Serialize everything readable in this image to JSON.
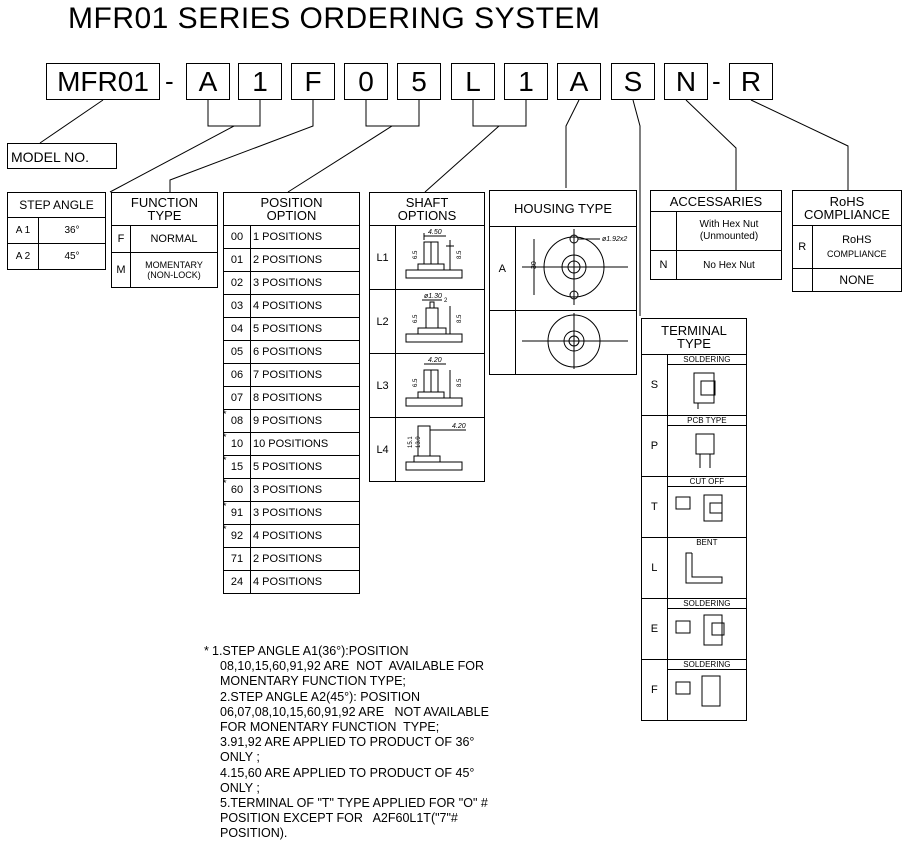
{
  "title": "MFR01 SERIES ORDERING SYSTEM",
  "part_number": {
    "segments": [
      "MFR01",
      "A",
      "1",
      "F",
      "0",
      "5",
      "L",
      "1",
      "A",
      "S",
      "N",
      "R"
    ],
    "separator": "-"
  },
  "model_no": "MODEL NO.",
  "step_angle": {
    "header": "STEP ANGLE",
    "rows": [
      [
        "A 1",
        "36°"
      ],
      [
        "A 2",
        "45°"
      ]
    ]
  },
  "function_type": {
    "header1": "FUNCTION",
    "header2": "TYPE",
    "rows": [
      [
        "F",
        "NORMAL"
      ],
      [
        "M",
        "MOMENTARY",
        "(NON-LOCK)"
      ]
    ]
  },
  "position_option": {
    "header1": "POSITION",
    "header2": "OPTION",
    "rows": [
      {
        "mark": "",
        "code": "00",
        "desc": "1 POSITIONS"
      },
      {
        "mark": "",
        "code": "01",
        "desc": "2 POSITIONS"
      },
      {
        "mark": "",
        "code": "02",
        "desc": "3 POSITIONS"
      },
      {
        "mark": "",
        "code": "03",
        "desc": "4 POSITIONS"
      },
      {
        "mark": "",
        "code": "04",
        "desc": "5 POSITIONS"
      },
      {
        "mark": "",
        "code": "05",
        "desc": "6 POSITIONS"
      },
      {
        "mark": "",
        "code": "06",
        "desc": "7 POSITIONS"
      },
      {
        "mark": "",
        "code": "07",
        "desc": "8 POSITIONS"
      },
      {
        "mark": "*",
        "code": "08",
        "desc": "9 POSITIONS"
      },
      {
        "mark": "*",
        "code": "10",
        "desc": "10 POSITIONS"
      },
      {
        "mark": "*",
        "code": "15",
        "desc": "5 POSITIONS"
      },
      {
        "mark": "*",
        "code": "60",
        "desc": "3 POSITIONS"
      },
      {
        "mark": "*",
        "code": "91",
        "desc": "3 POSITIONS"
      },
      {
        "mark": "*",
        "code": "92",
        "desc": "4 POSITIONS"
      },
      {
        "mark": "",
        "code": "71",
        "desc": "2 POSITIONS"
      },
      {
        "mark": "",
        "code": "24",
        "desc": "4 POSITIONS"
      }
    ]
  },
  "shaft_options": {
    "header1": "SHAFT",
    "header2": "OPTIONS",
    "rows": [
      {
        "code": "L1",
        "dims": [
          "4.50",
          "6.5",
          "8.5"
        ]
      },
      {
        "code": "L2",
        "dims": [
          "ø1.30",
          "2",
          "6.5",
          "8.5"
        ]
      },
      {
        "code": "L3",
        "dims": [
          "4.20",
          "6.5",
          "8.5"
        ]
      },
      {
        "code": "L4",
        "dims": [
          "15.1",
          "13.9",
          "4.20"
        ]
      }
    ]
  },
  "housing_type": {
    "header": "HOUSING TYPE",
    "rows": [
      {
        "code": "A",
        "dims": [
          "ø1.92x2",
          "30"
        ]
      },
      {
        "code": "",
        "dims": []
      }
    ]
  },
  "accessaries": {
    "header": "ACCESSARIES",
    "rows": [
      {
        "code": "",
        "desc1": "With Hex Nut",
        "desc2": "(Unmounted)"
      },
      {
        "code": "N",
        "desc1": "No Hex Nut",
        "desc2": ""
      }
    ]
  },
  "rohs": {
    "header1": "RoHS",
    "header2": "COMPLIANCE",
    "rows": [
      {
        "code": "R",
        "desc1": "RoHS",
        "desc2": "COMPLIANCE"
      },
      {
        "code": "",
        "desc1": "NONE",
        "desc2": ""
      }
    ]
  },
  "terminal_type": {
    "header1": "TERMINAL",
    "header2": "TYPE",
    "rows": [
      {
        "code": "S",
        "label": "SOLDERING"
      },
      {
        "code": "P",
        "label": "PCB TYPE"
      },
      {
        "code": "T",
        "label": "CUT OFF"
      },
      {
        "code": "L",
        "label": "BENT"
      },
      {
        "code": "E",
        "label": "SOLDERING"
      },
      {
        "code": "F",
        "label": "SOLDERING"
      }
    ]
  },
  "notes": {
    "mark": "*",
    "lines": [
      "1.STEP ANGLE A1(36°):POSITION",
      "08,10,15,60,91,92 ARE  NOT  AVAILABLE FOR",
      "MONENTARY FUNCTION TYPE;",
      "2.STEP ANGLE A2(45°): POSITION",
      "06,07,08,10,15,60,91,92 ARE   NOT AVAILABLE",
      "FOR MONENTARY FUNCTION  TYPE;",
      "3.91,92 ARE APPLIED TO PRODUCT OF 36°",
      "ONLY ;",
      "4.15,60 ARE APPLIED TO PRODUCT OF 45°",
      "ONLY ;",
      "5.TERMINAL OF \"T\" TYPE APPLIED FOR \"O\" #",
      "POSITION EXCEPT FOR   A2F60L1T(\"7\"#",
      "POSITION)."
    ]
  }
}
